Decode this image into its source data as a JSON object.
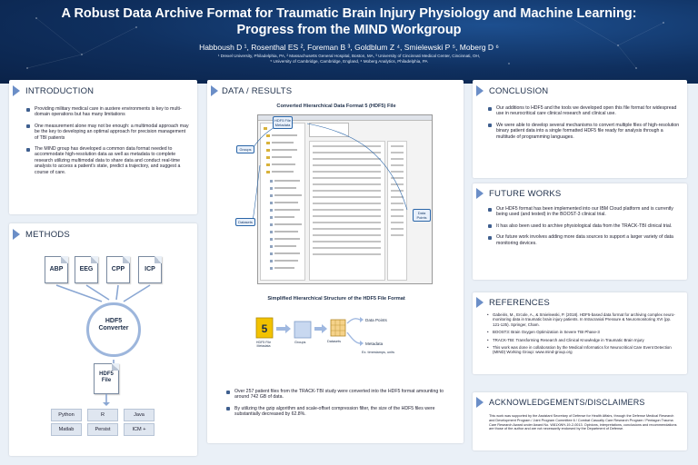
{
  "header": {
    "title_line1": "A Robust Data Archive Format for Traumatic Brain Injury Physiology and Machine Learning:",
    "title_line2": "Progress from the MIND Workgroup",
    "authors": "Habboush D ¹, Rosenthal ES ², Foreman B ³, Goldblum Z ⁴, Smielewski P ⁵, Moberg D ⁶",
    "affil_line1": "¹ Drexel University, Philadelphia, PA, ² Massachusetts General Hospital, Boston, MA, ³ University of Cincinnati Medical Center, Cincinnati, OH,",
    "affil_line2": "⁵ University of Cambridge, Cambridge, England, ⁶ Moberg Analytics, Philadelphia, PA"
  },
  "intro": {
    "title": "INTRODUCTION",
    "bullets": [
      "Providing military medical care in austere environments is key to multi-domain operations but has many limitations",
      "One measurement alone may not be enough: a multimodal approach may be the key to developing an optimal approach for precision management of TBI patients",
      "The MIND group has developed a common data format needed to accommodate high-resolution data as well as metadata to complete research utilizing multimodal data to share data and conduct real-time analysis to access a patient's state, predict a trajectory, and suggest a course of care."
    ]
  },
  "methods": {
    "title": "METHODS",
    "files": [
      "ABP",
      "EEG",
      "CPP",
      "ICP"
    ],
    "converter_line1": "HDF5",
    "converter_line2": "Converter",
    "output_line1": "HDF5",
    "output_line2": "File",
    "languages": [
      "Python",
      "R",
      "Java",
      "Matlab",
      "Persist",
      "ICM +"
    ]
  },
  "results": {
    "title": "DATA / RESULTS",
    "fig1_caption": "Converted Hierarchical Data Format 5 (HDF5) File",
    "callouts": {
      "file_meta": "HDF5 File Metadata",
      "groups": "Groups",
      "datasets": "Datasets",
      "data_points": "Data Points"
    },
    "fig2_caption": "Simplified Hierarchical Structure of the HDF5 File Format",
    "diagram": {
      "file_label": "HDF5 File",
      "file_sub": "Metadata",
      "groups_label": "Groups",
      "datasets_label": "Datasets",
      "data_points_label": "Data Points",
      "metadata_label": "Metadata",
      "metadata_sub": "Ex. timestamps, units"
    },
    "bullets": [
      "Over 257 patient files from the TRACK-TBI study were converted into the HDF5 format amounting to around 742 GB of data.",
      "By utilizing the gzip algorithm and scale-offset compression filter, the size of the HDF5 files were substantially decreased by 62.8%."
    ]
  },
  "conclusion": {
    "title": "CONCLUSION",
    "bullets": [
      "Our additions to HDF5 and the tools we developed open this file format for widespread use in neurocritical care clinical research and clinical use.",
      "We were able to develop several mechanisms to convert multiple files of high-resolution binary patient data into a single formatted HDF5 file ready for analysis through a multitude of programming languages."
    ]
  },
  "future": {
    "title": "FUTURE WORKS",
    "bullets": [
      "Our HDF5 format has been implemented into our IBM Cloud platform and is currently being used (and tested) in the BOOST-3 clinical trial.",
      "It has also been used to archive physiological data from the TRACK-TBI clinical trial.",
      "Our future work involves adding more data sources to support a larger variety of data monitoring devices."
    ]
  },
  "references": {
    "title": "REFERENCES",
    "items": [
      "Gabeiris, M., Ercole, A., & Smielewski, P. (2018). HDF5-based data format for archiving complex neuro-monitoring data in traumatic brain injury patients. In Intracranial Pressure & Neuromonitoring XVI (pp. 121-125). Springer, Cham.",
      "BOOST3: Brain Oxygen Optimization in Severe TBI Phase-3",
      "TRACK-TBI: Transforming Research and Clinical Knowledge in Traumatic Brain Injury",
      "This work was done in collaboration by the Medical Informatics for Neurocritical Care Event Detection (MIND) Working Group: www.mind-group.org"
    ]
  },
  "ack": {
    "title": "ACKNOWLEDGEMENTS/DISCLAIMERS",
    "text": "This work was supported by the Assistant Secretary of Defense for Health Affairs, through the Defense Medical Research and Development Program / Joint Program Committee 6 / Combat Casualty Care Research Program / Pentagon Trauma Care Research Award under Award No. W81XWH-19-2-0013. Opinions, interpretations, conclusions and recommendations are those of the author and are not necessarily endorsed by the Department of Defense."
  },
  "colors": {
    "header_bg": "#0f2f5e",
    "accent": "#6b8ec7",
    "panel_bg": "#ffffff",
    "page_bg": "#eaf0f7",
    "h5_yellow": "#f2c200"
  }
}
